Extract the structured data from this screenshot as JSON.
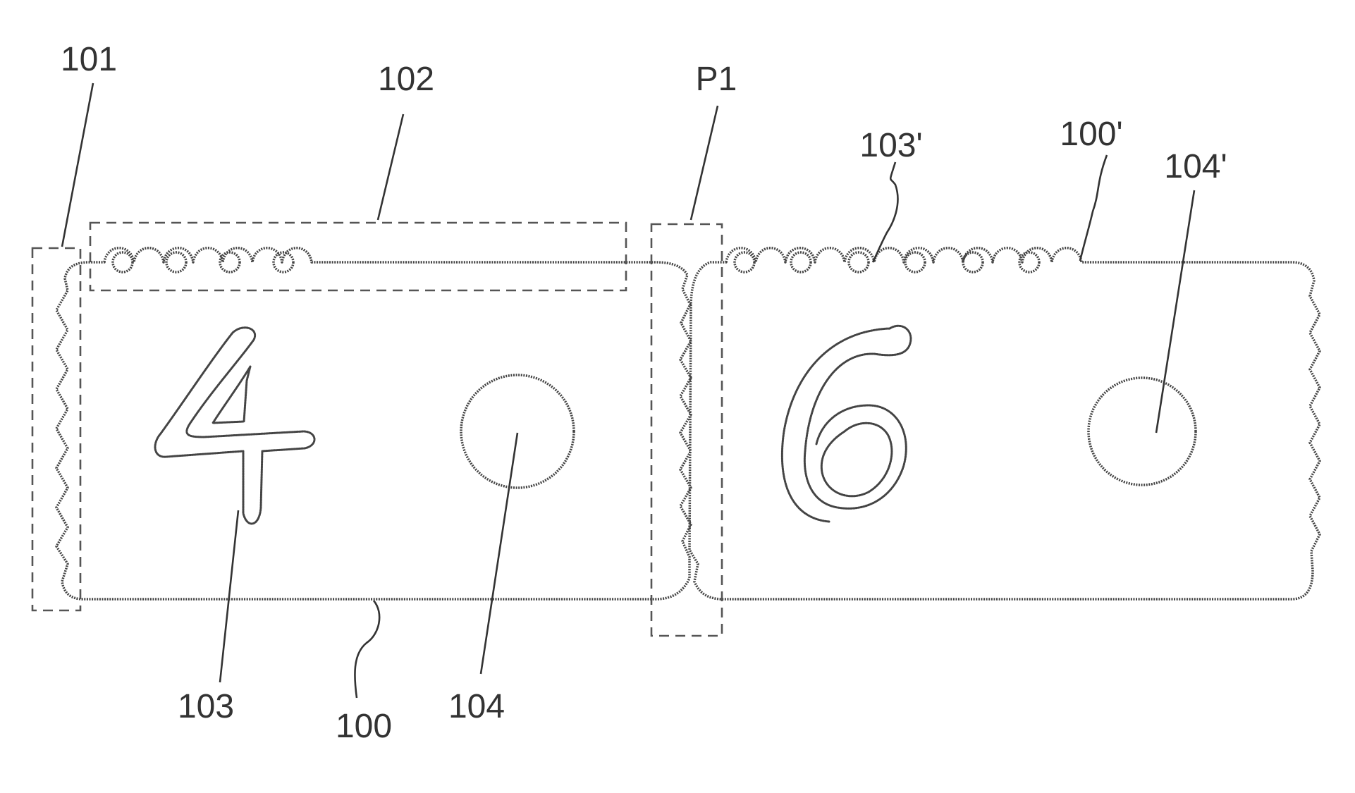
{
  "figure": {
    "labels": {
      "region_101": "101",
      "region_102": "102",
      "region_p1": "P1",
      "strip_100": "100",
      "strip_100_prime": "100'",
      "numeral_103": "103",
      "numeral_103_prime": "103'",
      "hole_104": "104",
      "hole_104_prime": "104'"
    },
    "left_segment": {
      "digit": "4",
      "notch_count": 4
    },
    "right_segment": {
      "digit": "6",
      "notch_count": 6
    },
    "colors": {
      "line": "#444444",
      "background": "#ffffff"
    }
  }
}
